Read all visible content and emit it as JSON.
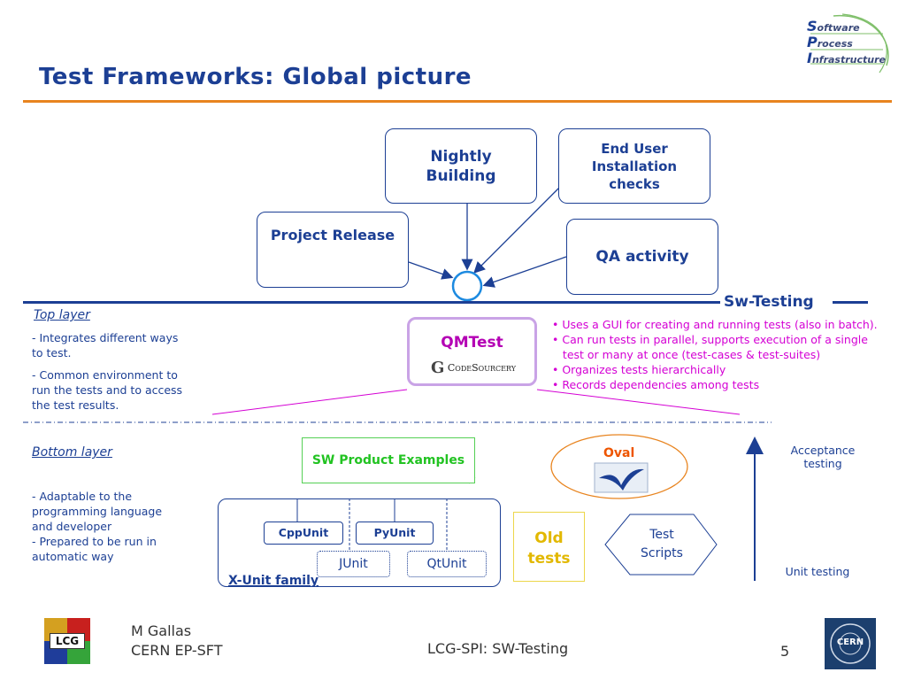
{
  "title": "Test Frameworks: Global picture",
  "spi_logo": {
    "line1_cap": "S",
    "line1_rest": "oftware",
    "line2_cap": "P",
    "line2_rest": "rocess",
    "line3_cap": "I",
    "line3_rest": "nfrastructure"
  },
  "boxes": {
    "nightly": "Nightly Building",
    "end_user": "End User Installation checks",
    "project_release": "Project Release",
    "qa_activity": "QA activity"
  },
  "sw_testing_label": "Sw-Testing",
  "top_layer": {
    "heading": "Top layer",
    "item1": " - Integrates different ways to test.",
    "item2": " -  Common environment to run the tests and to access the test results."
  },
  "qmtest": {
    "label": "QMTest",
    "logo_text": "CodeSourcery",
    "bullets": [
      "• Uses a GUI for creating and running tests (also in batch).",
      "• Can run tests in parallel, supports execution of a single",
      "   test or many at once (test-cases & test-suites)",
      "• Organizes tests hierarchically",
      "• Records dependencies among tests"
    ]
  },
  "bottom_layer": {
    "heading": "Bottom layer",
    "item1": "-  Adaptable to the programming language and developer",
    "item2": "- Prepared to be run in automatic way"
  },
  "sw_product_examples": "SW Product Examples",
  "xunit": {
    "cppunit": "CppUnit",
    "pyunit": "PyUnit",
    "junit": "JUnit",
    "qtunit": "QtUnit",
    "family_label": "X-Unit family"
  },
  "oval_label": "Oval",
  "old_tests": "Old tests",
  "test_scripts": "Test Scripts",
  "acceptance_testing": "Acceptance testing",
  "unit_testing": "Unit testing",
  "footer": {
    "author": "M Gallas",
    "dept": "CERN EP-SFT",
    "center": "LCG-SPI: SW-Testing",
    "page": "5",
    "lcg_logo_text": "LCG",
    "cern_logo_text": "CERN"
  },
  "colors": {
    "navy": "#1c3f94",
    "orange_rule": "#e8841f",
    "magenta": "#d400d4",
    "green": "#22c322",
    "gold": "#e2b800"
  }
}
